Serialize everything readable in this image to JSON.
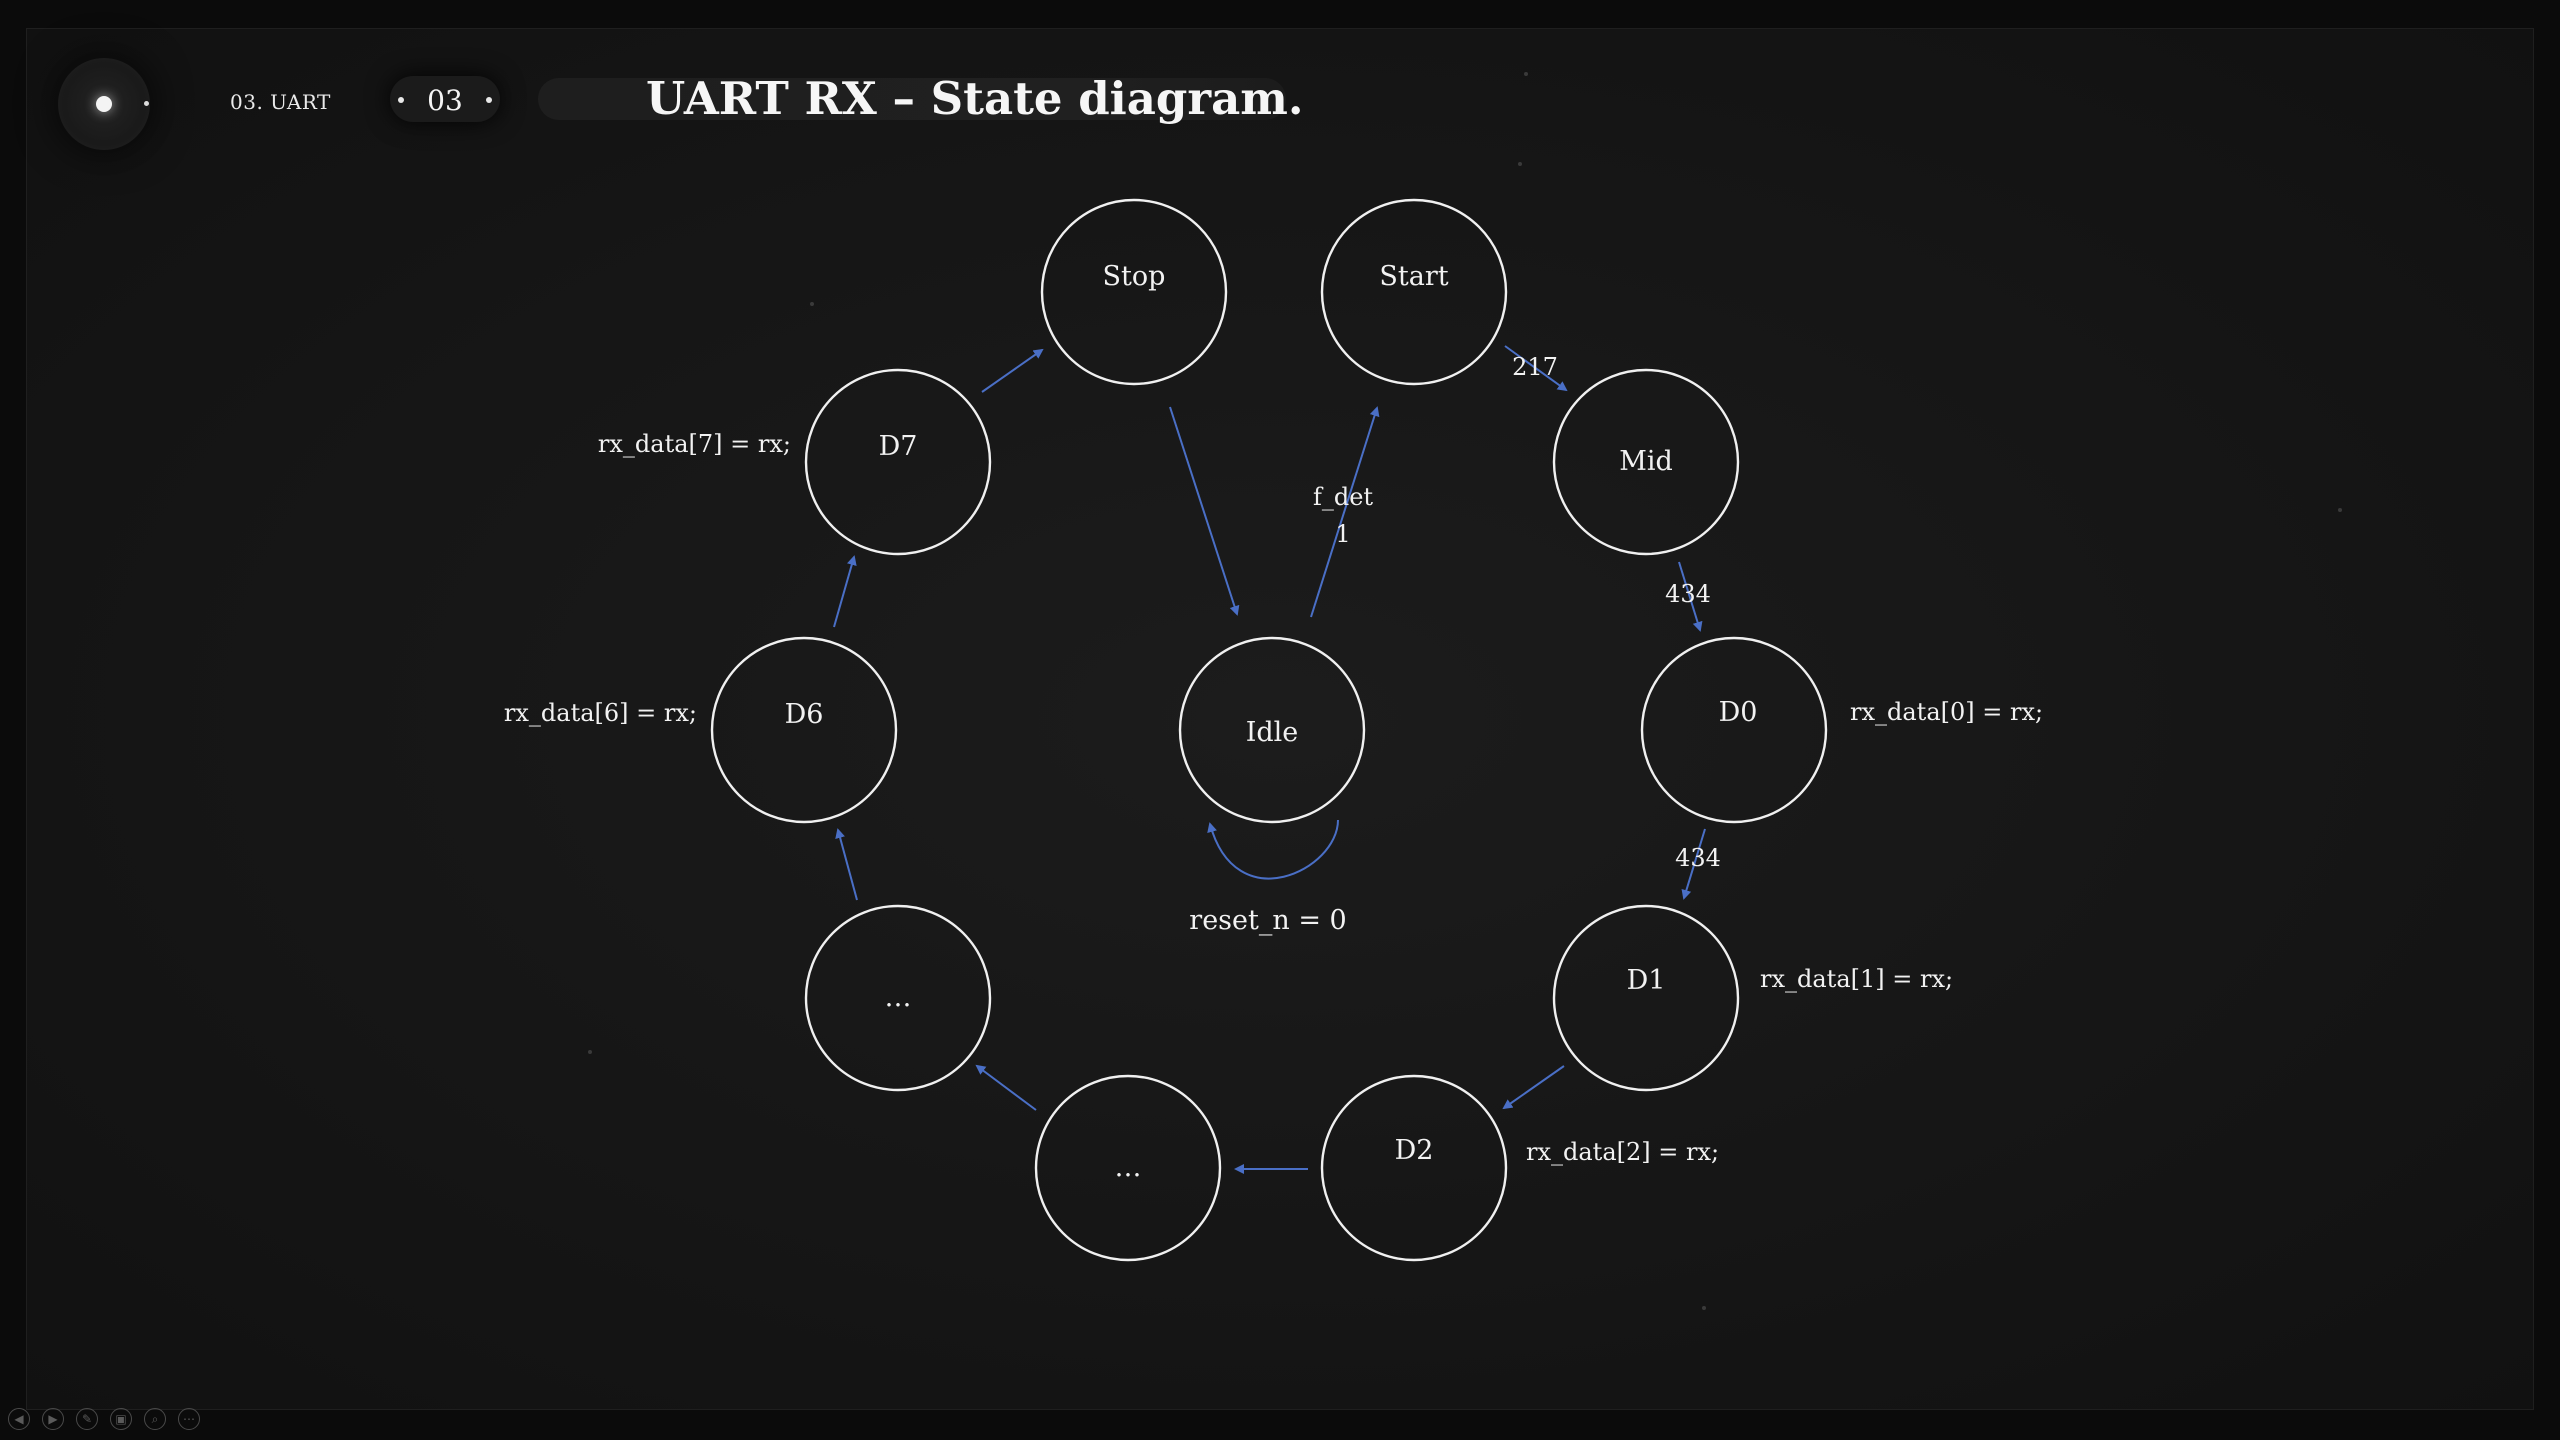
{
  "header": {
    "section_label": "03. UART",
    "page_number": "03",
    "title": "UART RX – State diagram."
  },
  "diagram": {
    "states": {
      "stop": "Stop",
      "start": "Start",
      "mid": "Mid",
      "d0": "D0",
      "d1": "D1",
      "d2": "D2",
      "dots_bottom": "…",
      "dots_left": "…",
      "d6": "D6",
      "d7": "D7",
      "idle": "Idle"
    },
    "annotations": {
      "d0": "rx_data[0] = rx;",
      "d1": "rx_data[1] = rx;",
      "d2": "rx_data[2] = rx;",
      "d6": "rx_data[6] = rx;",
      "d7": "rx_data[7] = rx;",
      "idle_reset": "reset_n = 0"
    },
    "transitions": {
      "idle_to_start_line1": "f_det",
      "idle_to_start_line2": "1",
      "start_to_mid": "217",
      "mid_to_d0": "434",
      "d0_to_d1": "434"
    },
    "edge_color": "#4a6fc6"
  },
  "toolbar": {
    "prev_icon": "◀",
    "next_icon": "▶",
    "pen_icon": "✎",
    "slides_icon": "▣",
    "zoom_icon": "⌕",
    "more_icon": "⋯"
  }
}
